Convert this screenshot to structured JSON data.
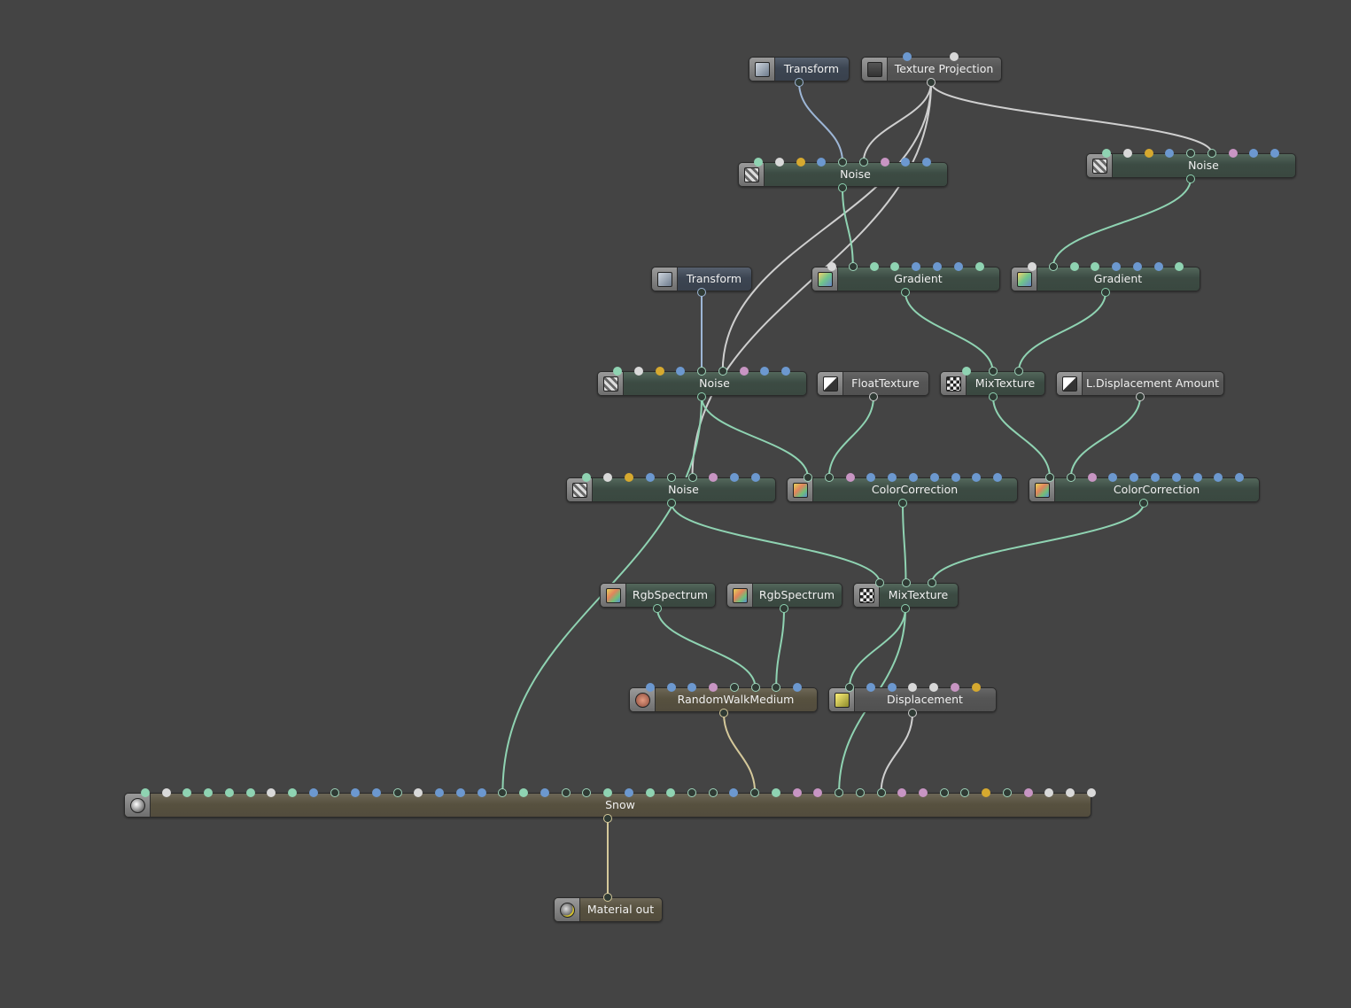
{
  "port_colors": {
    "g": "#8fd3b2",
    "w": "#d9d9d9",
    "y": "#d6a92f",
    "b": "#6c98cf",
    "p": "#c895c3",
    "o": "#9fd5bb"
  },
  "wire_colors": {
    "blue": "#9db6d6",
    "white": "#cfcfcf",
    "green": "#8fd3b2",
    "tan": "#d4c89a"
  },
  "nodes": [
    {
      "id": "transform1",
      "label": "Transform",
      "style": "blue",
      "icon": "transform-icon",
      "inputs": ""
    },
    {
      "id": "texproj",
      "label": "Texture Projection",
      "style": "gray",
      "icon": "texture-projection-icon",
      "inputs": "bw"
    },
    {
      "id": "noiseA",
      "label": "Noise",
      "style": "green",
      "icon": "noise-icon",
      "inputs": "gwyboopbb"
    },
    {
      "id": "noiseB",
      "label": "Noise",
      "style": "green",
      "icon": "noise-icon",
      "inputs": "gwyboopbb"
    },
    {
      "id": "transform2",
      "label": "Transform",
      "style": "blue",
      "icon": "transform-icon",
      "inputs": ""
    },
    {
      "id": "gradA",
      "label": "Gradient",
      "style": "green",
      "icon": "gradient-icon",
      "inputs": "woggbbbg"
    },
    {
      "id": "gradB",
      "label": "Gradient",
      "style": "green",
      "icon": "gradient-icon",
      "inputs": "woggbbbg"
    },
    {
      "id": "noiseC",
      "label": "Noise",
      "style": "green",
      "icon": "noise-icon",
      "inputs": "gwyboopbb"
    },
    {
      "id": "float",
      "label": "FloatTexture",
      "style": "gray",
      "icon": "float-texture-icon",
      "inputs": ""
    },
    {
      "id": "mix1",
      "label": "MixTexture",
      "style": "green",
      "icon": "mix-texture-icon",
      "inputs": "goo"
    },
    {
      "id": "ldisp",
      "label": "L.Displacement Amount",
      "style": "gray",
      "icon": "float-texture-icon",
      "inputs": ""
    },
    {
      "id": "noiseD",
      "label": "Noise",
      "style": "green",
      "icon": "noise-icon",
      "inputs": "gwyboopbb"
    },
    {
      "id": "ccA",
      "label": "ColorCorrection",
      "style": "green",
      "icon": "color-correction-icon",
      "inputs": "oopbbbbbbb"
    },
    {
      "id": "ccB",
      "label": "ColorCorrection",
      "style": "green",
      "icon": "color-correction-icon",
      "inputs": "oopbbbbbbb"
    },
    {
      "id": "rgb1",
      "label": "RgbSpectrum",
      "style": "green",
      "icon": "rgb-spectrum-icon",
      "inputs": ""
    },
    {
      "id": "rgb2",
      "label": "RgbSpectrum",
      "style": "green",
      "icon": "rgb-spectrum-icon",
      "inputs": ""
    },
    {
      "id": "mix2",
      "label": "MixTexture",
      "style": "green",
      "icon": "mix-texture-icon",
      "inputs": "ooo"
    },
    {
      "id": "rwm",
      "label": "RandomWalkMedium",
      "style": "brown",
      "icon": "medium-icon",
      "inputs": "bbbpooob"
    },
    {
      "id": "disp",
      "label": "Displacement",
      "style": "gray",
      "icon": "displacement-icon",
      "inputs": "obbwwpy"
    },
    {
      "id": "snow",
      "label": "Snow",
      "style": "brown",
      "icon": "material-icon",
      "inputs": "gwggggwgbobbowbbbogboogbggoobogppooopposyopwww"
    },
    {
      "id": "matout",
      "label": "Material out",
      "style": "brown",
      "icon": "material-out-icon",
      "inputs": ""
    }
  ],
  "connections": [
    {
      "from": "transform1",
      "to": "noiseA",
      "port": 4,
      "color": "blue"
    },
    {
      "from": "texproj",
      "to": "noiseA",
      "port": 5,
      "color": "white"
    },
    {
      "from": "texproj",
      "to": "noiseB",
      "port": 5,
      "color": "white"
    },
    {
      "from": "texproj",
      "to": "noiseC",
      "port": 5,
      "color": "white"
    },
    {
      "from": "texproj",
      "to": "noiseD",
      "port": 5,
      "color": "white"
    },
    {
      "from": "noiseA",
      "to": "gradA",
      "port": 1,
      "color": "green"
    },
    {
      "from": "noiseB",
      "to": "gradB",
      "port": 1,
      "color": "green"
    },
    {
      "from": "transform2",
      "to": "noiseC",
      "port": 4,
      "color": "blue"
    },
    {
      "from": "gradA",
      "to": "mix1",
      "port": 1,
      "color": "green"
    },
    {
      "from": "gradB",
      "to": "mix1",
      "port": 2,
      "color": "green"
    },
    {
      "from": "noiseC",
      "to": "ccA",
      "port": 0,
      "color": "green"
    },
    {
      "from": "noiseC",
      "to": "snow",
      "port": 17,
      "color": "green"
    },
    {
      "from": "float",
      "to": "ccA",
      "port": 1,
      "color": "green"
    },
    {
      "from": "mix1",
      "to": "ccB",
      "port": 0,
      "color": "green"
    },
    {
      "from": "ldisp",
      "to": "ccB",
      "port": 1,
      "color": "green"
    },
    {
      "from": "noiseD",
      "to": "mix2",
      "port": 0,
      "color": "green"
    },
    {
      "from": "ccA",
      "to": "mix2",
      "port": 1,
      "color": "green"
    },
    {
      "from": "ccB",
      "to": "mix2",
      "port": 2,
      "color": "green"
    },
    {
      "from": "rgb1",
      "to": "rwm",
      "port": 5,
      "color": "green"
    },
    {
      "from": "rgb2",
      "to": "rwm",
      "port": 6,
      "color": "green"
    },
    {
      "from": "mix2",
      "to": "disp",
      "port": 0,
      "color": "green"
    },
    {
      "from": "mix2",
      "to": "snow",
      "port": 33,
      "color": "green"
    },
    {
      "from": "rwm",
      "to": "snow",
      "port": 29,
      "color": "tan"
    },
    {
      "from": "disp",
      "to": "snow",
      "port": 35,
      "color": "white"
    },
    {
      "from": "snow",
      "to": "matout",
      "port": -1,
      "color": "tan"
    }
  ]
}
